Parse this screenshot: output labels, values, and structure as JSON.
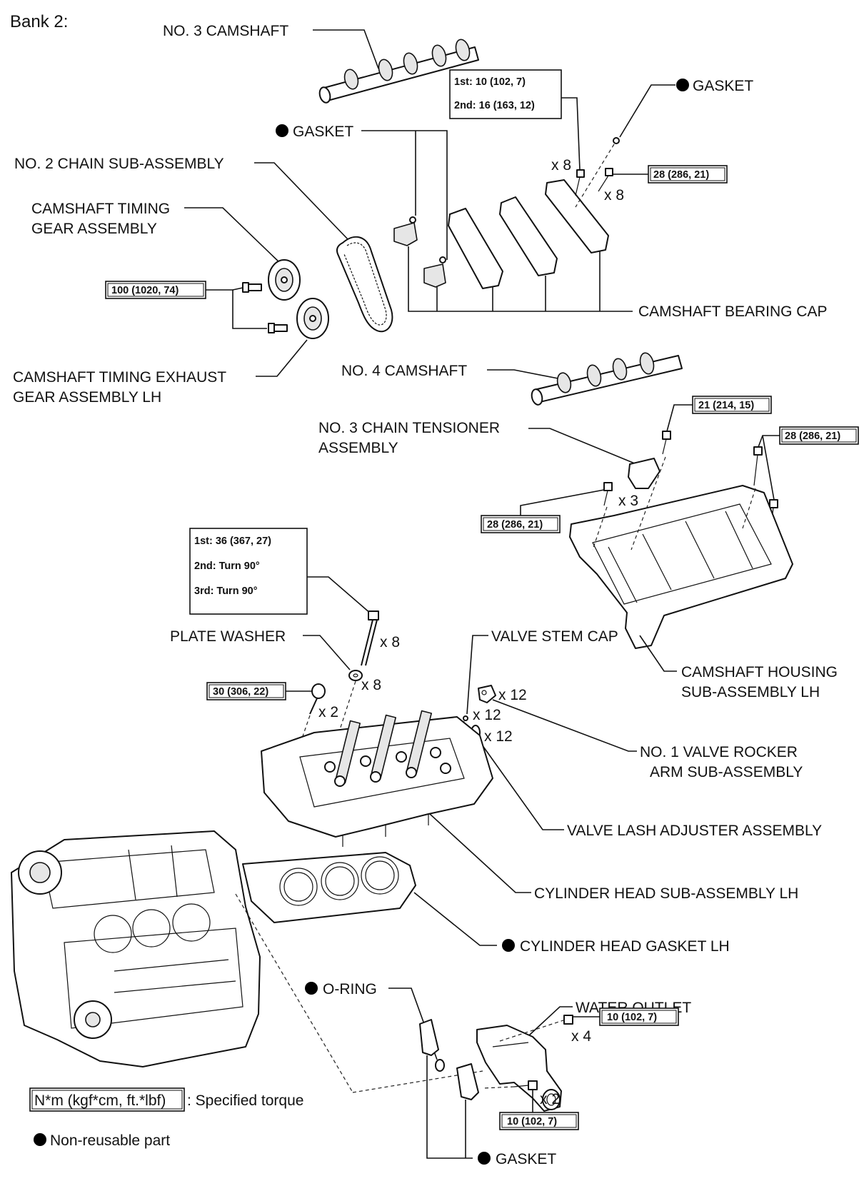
{
  "diagram": {
    "bank_title": "Bank 2:",
    "labels": {
      "no3_camshaft": "NO. 3 CAMSHAFT",
      "gasket_top_right": "GASKET",
      "gasket_upper": "GASKET",
      "no2_chain_line1": "NO. 2 CHAIN SUB-ASSEMBLY",
      "timing_gear_line1": "CAMSHAFT TIMING",
      "timing_gear_line2": "GEAR ASSEMBLY",
      "bearing_cap": "CAMSHAFT BEARING CAP",
      "exhaust_gear_line1": "CAMSHAFT TIMING EXHAUST",
      "exhaust_gear_line2": "GEAR ASSEMBLY LH",
      "no4_camshaft": "NO. 4 CAMSHAFT",
      "tensioner_line1": "NO. 3 CHAIN TENSIONER",
      "tensioner_line2": "ASSEMBLY",
      "plate_washer": "PLATE WASHER",
      "valve_stem_cap": "VALVE STEM CAP",
      "housing_line1": "CAMSHAFT HOUSING",
      "housing_line2": "SUB-ASSEMBLY LH",
      "rocker_line1": "NO. 1 VALVE ROCKER",
      "rocker_line2": "ARM SUB-ASSEMBLY",
      "lash_adjuster": "VALVE LASH ADJUSTER ASSEMBLY",
      "cylinder_head": "CYLINDER HEAD SUB-ASSEMBLY LH",
      "head_gasket": "CYLINDER HEAD GASKET LH",
      "o_ring": "O-RING",
      "water_outlet": "WATER OUTLET",
      "gasket_bottom": "GASKET"
    },
    "torques": {
      "cap_bolt_1st": "1st: 10 (102, 7)",
      "cap_bolt_2nd": "2nd: 16 (163, 12)",
      "cap_bolt_side": "28 (286, 21)",
      "gear_bolt": "100 (1020, 74)",
      "tensioner_bolt": "21 (214, 15)",
      "housing_bolt_right": "28 (286, 21)",
      "housing_bolt_left": "28 (286, 21)",
      "head_bolt_1st": "1st: 36 (367, 27)",
      "head_bolt_2nd": "2nd: Turn 90°",
      "head_bolt_3rd": "3rd: Turn 90°",
      "head_small_bolt": "30 (306, 22)",
      "water_outlet_nut": "10 (102, 7)",
      "water_outlet_bolt": "10 (102, 7)"
    },
    "quantities": {
      "cap_bolt_left": "x 8",
      "cap_bolt_right": "x 8",
      "housing_bolt": "x 3",
      "head_bolt": "x 8",
      "plate_washer": "x 8",
      "head_small_bolt": "x 2",
      "rocker_arm": "x 12",
      "valve_stem_cap": "x 12",
      "lash_adjuster": "x 12",
      "water_outlet_nut": "x 4",
      "water_outlet_bolt": "x 2"
    },
    "legend": {
      "torque_format": "N*m (kgf*cm, ft.*lbf)",
      "torque_desc": ": Specified torque",
      "nonreusable": "Non-reusable part"
    }
  }
}
